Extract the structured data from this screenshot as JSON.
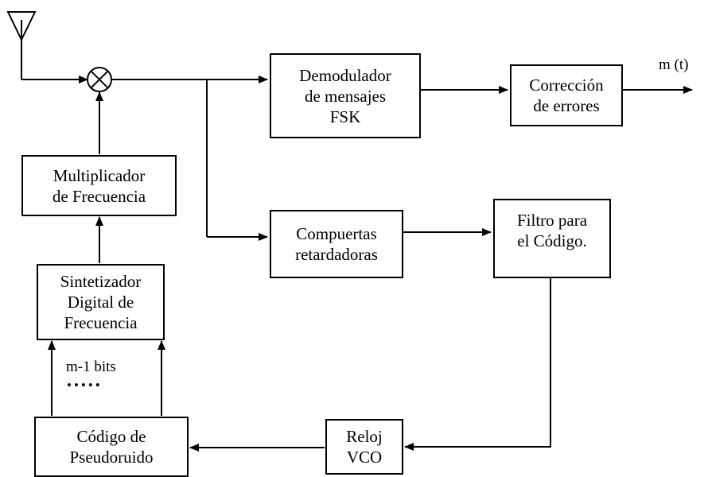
{
  "blocks": {
    "demodulator": [
      "Demodulador",
      "de mensajes",
      "FSK"
    ],
    "error_correction": [
      "Corrección",
      "de errores"
    ],
    "delay_gates": [
      "Compuertas",
      "retardadoras"
    ],
    "code_filter": [
      "Filtro para",
      "el Código."
    ],
    "freq_multiplier": [
      "Multiplicador",
      "de Frecuencia"
    ],
    "freq_synth": [
      "Sintetizador",
      "Digital de",
      "Frecuencia"
    ],
    "pn_code": [
      "Código de",
      "Pseudoruido"
    ],
    "vco_clock": [
      "Reloj",
      "VCO"
    ]
  },
  "labels": {
    "output": "m (t)",
    "bits": "m-1 bits",
    "dots": "•••••"
  },
  "icons": {
    "antenna": "antenna-icon",
    "mixer": "mixer-icon"
  }
}
